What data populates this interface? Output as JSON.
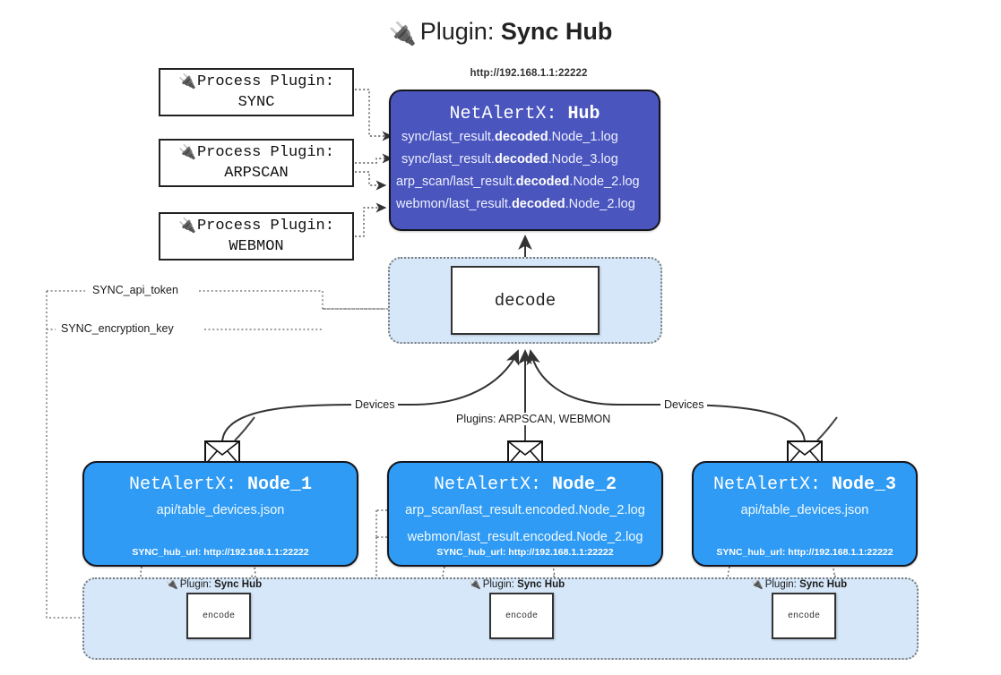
{
  "header": {
    "icon": "plug-icon",
    "prefix": "Plugin:",
    "name": "Sync Hub"
  },
  "process_plugins": [
    {
      "icon": "plug-icon",
      "line1": "Process Plugin:",
      "line2": "SYNC"
    },
    {
      "icon": "plug-icon",
      "line1": "Process Plugin:",
      "line2": "ARPSCAN"
    },
    {
      "icon": "plug-icon",
      "line1": "Process Plugin:",
      "line2": "WEBMON"
    }
  ],
  "hub": {
    "url": "http://192.168.1.1:22222",
    "title_prefix": "NetAlertX:",
    "title_name": "Hub",
    "logs": [
      {
        "pre": "sync/last_result.",
        "mid": "decoded",
        "post": ".Node_1.log"
      },
      {
        "pre": "sync/last_result.",
        "mid": "decoded",
        "post": ".Node_3.log"
      },
      {
        "pre": "arp_scan/last_result.",
        "mid": "decoded",
        "post": ".Node_2.log"
      },
      {
        "pre": "webmon/last_result.",
        "mid": "decoded",
        "post": ".Node_2.log"
      }
    ]
  },
  "decode": {
    "label": "decode"
  },
  "settings": {
    "api_token": "SYNC_api_token",
    "encryption_key": "SYNC_encryption_key"
  },
  "edges": {
    "devices_left": "Devices",
    "devices_right": "Devices",
    "plugins_center": "Plugins: ARPSCAN, WEBMON"
  },
  "nodes": [
    {
      "title_prefix": "NetAlertX:",
      "title_name": "Node_1",
      "lines": [
        "api/table_devices.json"
      ],
      "url_key": "SYNC_hub_url:",
      "url_value": "http://192.168.1.1:22222"
    },
    {
      "title_prefix": "NetAlertX:",
      "title_name": "Node_2",
      "lines": [
        "arp_scan/last_result.encoded.Node_2.log",
        "webmon/last_result.encoded.Node_2.log"
      ],
      "url_key": "SYNC_hub_url:",
      "url_value": "http://192.168.1.1:22222"
    },
    {
      "title_prefix": "NetAlertX:",
      "title_name": "Node_3",
      "lines": [
        "api/table_devices.json"
      ],
      "url_key": "SYNC_hub_url:",
      "url_value": "http://192.168.1.1:22222"
    }
  ],
  "plugin_zones": [
    {
      "icon": "plug-icon",
      "prefix": "Plugin:",
      "name": "Sync Hub",
      "box_label": "encode"
    },
    {
      "icon": "plug-icon",
      "prefix": "Plugin:",
      "name": "Sync Hub",
      "box_label": "encode"
    },
    {
      "icon": "plug-icon",
      "prefix": "Plugin:",
      "name": "Sync Hub",
      "box_label": "encode"
    }
  ],
  "colors": {
    "hub_fill": "#4a55bd",
    "node_fill": "#2f9bf4",
    "zone_fill": "#d5e7f8",
    "stroke": "#15151c",
    "dotted": "#555555"
  }
}
